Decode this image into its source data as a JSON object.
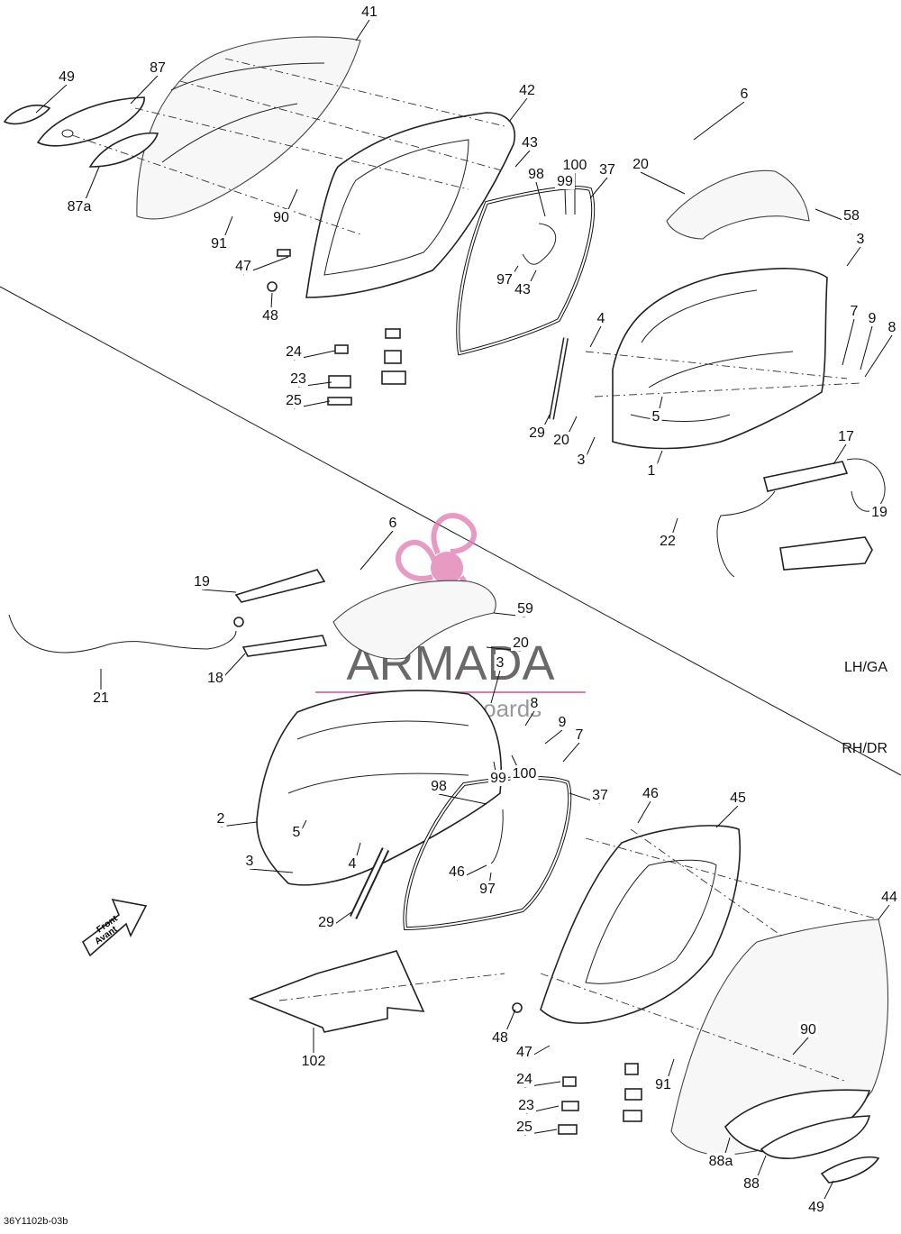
{
  "diagram": {
    "code": "36Y1102b-03b",
    "zones": {
      "upper": "LH/GA",
      "lower": "RH/DR"
    },
    "front_arrow": {
      "line1": "Front",
      "line2": "Avant"
    },
    "watermark": {
      "brand": "ARMADA",
      "tagline": "marine outboards",
      "color": "#e07ab0"
    },
    "callouts_upper": [
      "41",
      "49",
      "87",
      "87a",
      "42",
      "43",
      "98",
      "100",
      "99",
      "37",
      "97",
      "43",
      "90",
      "91",
      "47",
      "48",
      "24",
      "23",
      "25",
      "6",
      "20",
      "58",
      "3",
      "4",
      "7",
      "9",
      "8",
      "5",
      "29",
      "20",
      "3",
      "1",
      "17",
      "19",
      "22"
    ],
    "callouts_lower": [
      "6",
      "19",
      "59",
      "20",
      "18",
      "21",
      "3",
      "8",
      "9",
      "7",
      "99",
      "100",
      "98",
      "37",
      "46",
      "45",
      "2",
      "5",
      "4",
      "3",
      "46",
      "97",
      "29",
      "44",
      "102",
      "90",
      "48",
      "47",
      "91",
      "24",
      "23",
      "25",
      "88a",
      "88",
      "49"
    ]
  }
}
